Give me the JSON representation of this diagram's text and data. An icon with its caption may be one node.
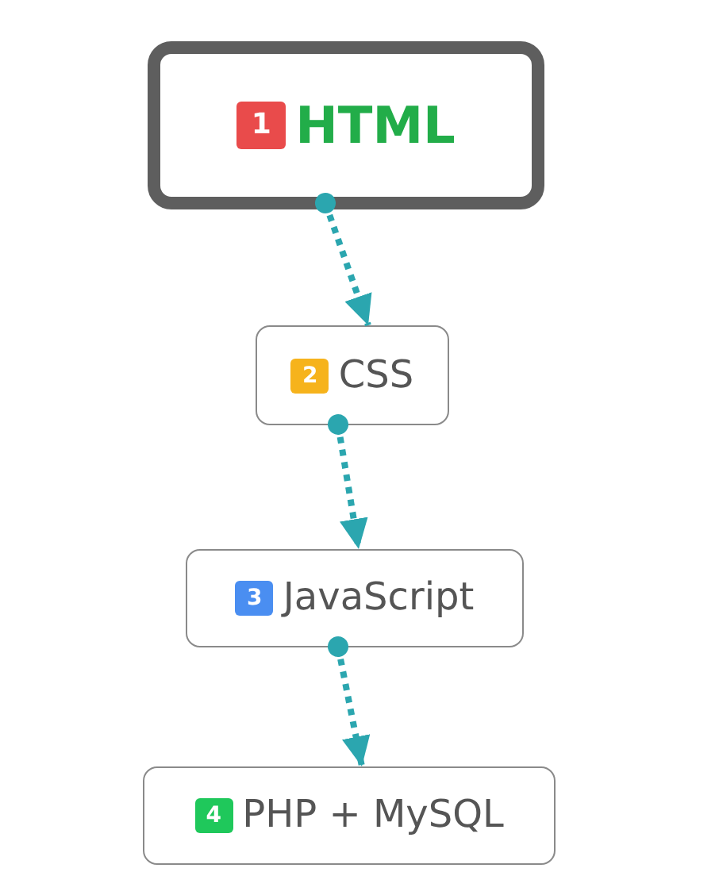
{
  "diagram": {
    "nodes": [
      {
        "text": [
          "1",
          "HTML"
        ]
      },
      {
        "text": [
          "2",
          "CSS"
        ]
      },
      {
        "text": [
          "3",
          "JavaScript"
        ]
      },
      {
        "text": [
          "4",
          "PHP + MySQL"
        ]
      }
    ],
    "edges": [
      {
        "from": 0,
        "to": 1,
        "arrow": "to",
        "style": "dashed"
      },
      {
        "from": 1,
        "to": 2,
        "arrow": "to",
        "style": "dashed"
      },
      {
        "from": 2,
        "to": 3,
        "arrow": "to",
        "style": "dashed"
      }
    ]
  }
}
